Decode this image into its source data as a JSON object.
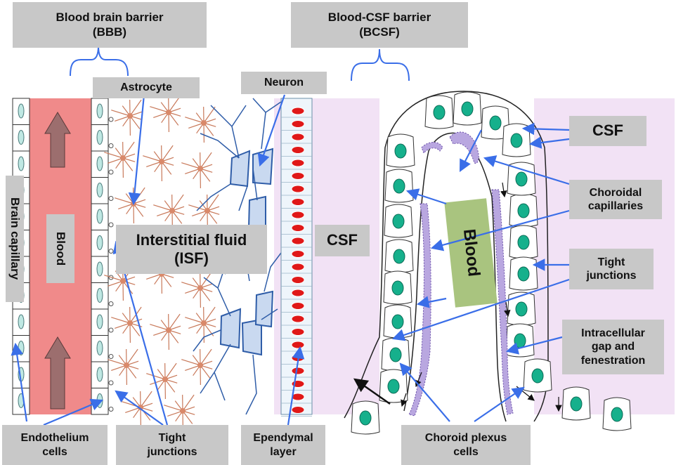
{
  "labels": {
    "bbb": "Blood brain barrier\n(BBB)",
    "bcsf": "Blood-CSF barrier\n(BCSF)",
    "astrocyte": "Astrocyte",
    "neuron": "Neuron",
    "brain_capillary": "Brain capillary",
    "blood_left": "Blood",
    "isf": "Interstitial fluid\n(ISF)",
    "csf_middle": "CSF",
    "csf_right": "CSF",
    "blood_right": "Blood",
    "choroidal_capillaries": "Choroidal\ncapillaries",
    "tight_junctions_right": "Tight\njunctions",
    "intracellular_gap": "Intracellular\ngap and\nfenestration",
    "endothelium_cells": "Endothelium\ncells",
    "tight_junctions_bottom": "Tight\njunctions",
    "ependymal_layer": "Ependymal\nlayer",
    "choroid_plexus_cells": "Choroid plexus\ncells"
  },
  "colors": {
    "blood_stripe": "#f08a8a",
    "csf_region": "#f2e2f5",
    "label_box": "#c8c8c8",
    "blood_box_right": "#a9c47f",
    "arrow_blue": "#3a6ee8",
    "astrocyte": "#c8795a",
    "neuron": "#2f5da8",
    "ependymal_nucleus": "#e01818",
    "choroid_nucleus": "#16b08c"
  }
}
